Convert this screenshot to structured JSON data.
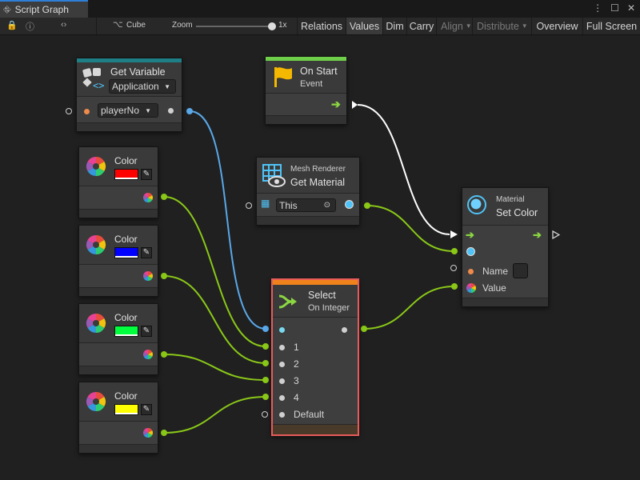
{
  "window": {
    "tab_title": "Script Graph"
  },
  "toolbar": {
    "target": "Cube",
    "zoom_label": "Zoom",
    "zoom_value": "1x",
    "buttons": {
      "relations": "Relations",
      "values": "Values",
      "dim": "Dim",
      "carry": "Carry",
      "align": "Align",
      "distribute": "Distribute",
      "overview": "Overview",
      "full_screen": "Full Screen"
    }
  },
  "nodes": {
    "get_variable": {
      "title": "Get Variable",
      "kind": "Application",
      "variable": "playerNo",
      "accent": "#1f7f86"
    },
    "on_start": {
      "title": "On Start",
      "subtitle": "Event",
      "accent": "#6fcf4a"
    },
    "get_material": {
      "category": "Mesh Renderer",
      "title": "Get Material",
      "target": "This"
    },
    "set_color": {
      "category": "Material",
      "title": "Set Color",
      "name_label": "Name",
      "value_label": "Value"
    },
    "select": {
      "title": "Select",
      "subtitle": "On Integer",
      "accent": "#f0821c",
      "ports": [
        "1",
        "2",
        "3",
        "4",
        "Default"
      ]
    },
    "colors": [
      {
        "title": "Color",
        "value": "#ff0000"
      },
      {
        "title": "Color",
        "value": "#0000ff"
      },
      {
        "title": "Color",
        "value": "#00ff3c"
      },
      {
        "title": "Color",
        "value": "#ffff00"
      }
    ]
  },
  "wire_colors": {
    "control": "#ffffff",
    "integer": "#59a8e8",
    "value": "#8ac818"
  }
}
